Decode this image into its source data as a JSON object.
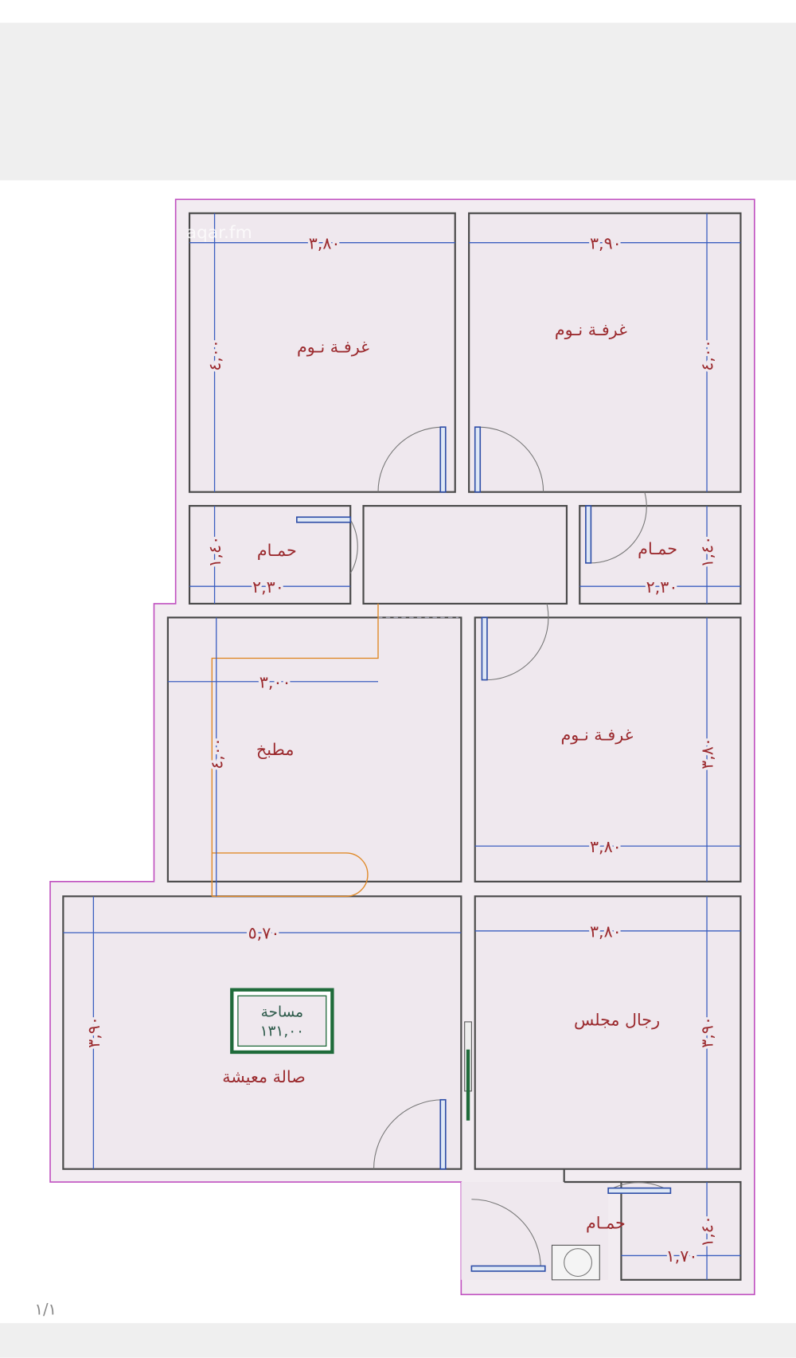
{
  "watermark": "aqar.fm",
  "page_indicator": "١/١",
  "area_box": {
    "title": "مساحة",
    "value": "١٣١,٠٠",
    "color": "#1f6b3a"
  },
  "colors": {
    "outline": "#c050c0",
    "walls": "#4a4a4a",
    "dimension_lines": "#3b5fc0",
    "labels": "#9b2a2e",
    "doors": "#e08a2a"
  },
  "rooms": [
    {
      "label": "غرفـة نـوم",
      "width": "٣,٨٠",
      "length": "٤,٠٠"
    },
    {
      "label": "غرفـة نـوم",
      "width": "٣,٩٠",
      "length": "٤,٠٠"
    },
    {
      "label": "حمـام",
      "width": "٢,٣٠",
      "length": "١,٤٠"
    },
    {
      "label": "حمـام",
      "width": "٢,٣٠",
      "length": "١,٤٠"
    },
    {
      "label": "مطبخ",
      "width": "٣,٠٠",
      "length": "٤,٠٠"
    },
    {
      "label": "غرفـة نـوم",
      "width": "٣,٨٠",
      "length": "٣,٨٠"
    },
    {
      "label": "صالة معيشة",
      "width": "٥,٧٠",
      "length": "٣,٩٠"
    },
    {
      "label": "رجال مجلس",
      "width": "٣,٨٠",
      "length": "٣,٩٠"
    },
    {
      "label": "حمـام",
      "width": "١,٧٠",
      "length": "١,٤٠"
    }
  ]
}
